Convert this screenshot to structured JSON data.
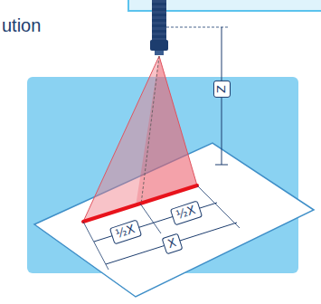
{
  "diagram": {
    "labels": [
      "ution",
      "Z",
      "½X",
      "½X",
      "X"
    ]
  }
}
